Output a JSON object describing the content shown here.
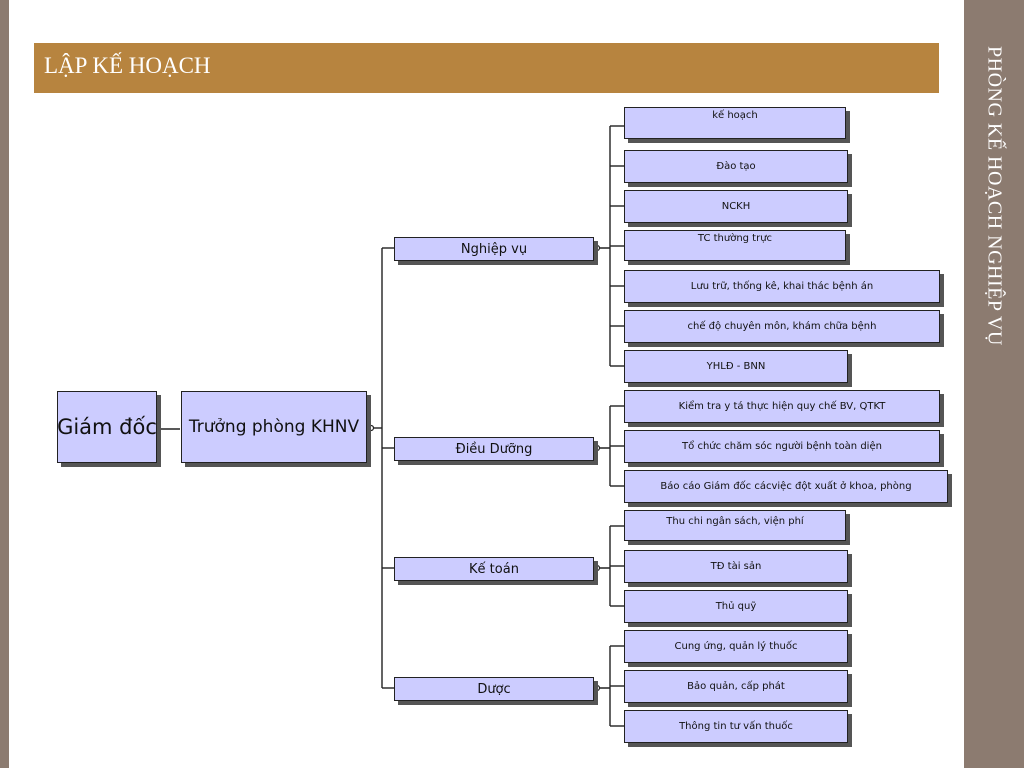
{
  "slide": {
    "title": "LẬP KẾ HOẠCH",
    "side_title": "PHÒNG KẾ HOẠCH NGHIỆP VỤ"
  },
  "org_chart": {
    "root": "Giám đốc",
    "head": "Trưởng phòng KHNV",
    "branches": [
      {
        "label": "Nghiệp vụ",
        "children": [
          "kế hoạch",
          "Đào tạo",
          "NCKH",
          "TC thường trực",
          "Lưu trữ, thống kê, khai thác bệnh án",
          "chế độ chuyên môn, khám chữa bệnh",
          "YHLĐ - BNN"
        ]
      },
      {
        "label": "Điều Dưỡng",
        "children": [
          "Kiểm tra y tá thực hiện quy chế BV, QTKT",
          "Tổ chức chăm sóc người bệnh toàn diện",
          "Báo cáo Giám đốc cácviệc đột xuất ở khoa, phòng"
        ]
      },
      {
        "label": "Kế toán",
        "children": [
          "Thu chi ngân sách, viện phí",
          "TĐ tài sản",
          "Thủ quỹ"
        ]
      },
      {
        "label": "Dược",
        "children": [
          "Cung ứng, quản lý thuốc",
          "Bảo quản, cấp phát",
          "Thông tin tư vấn thuốc"
        ]
      }
    ]
  }
}
